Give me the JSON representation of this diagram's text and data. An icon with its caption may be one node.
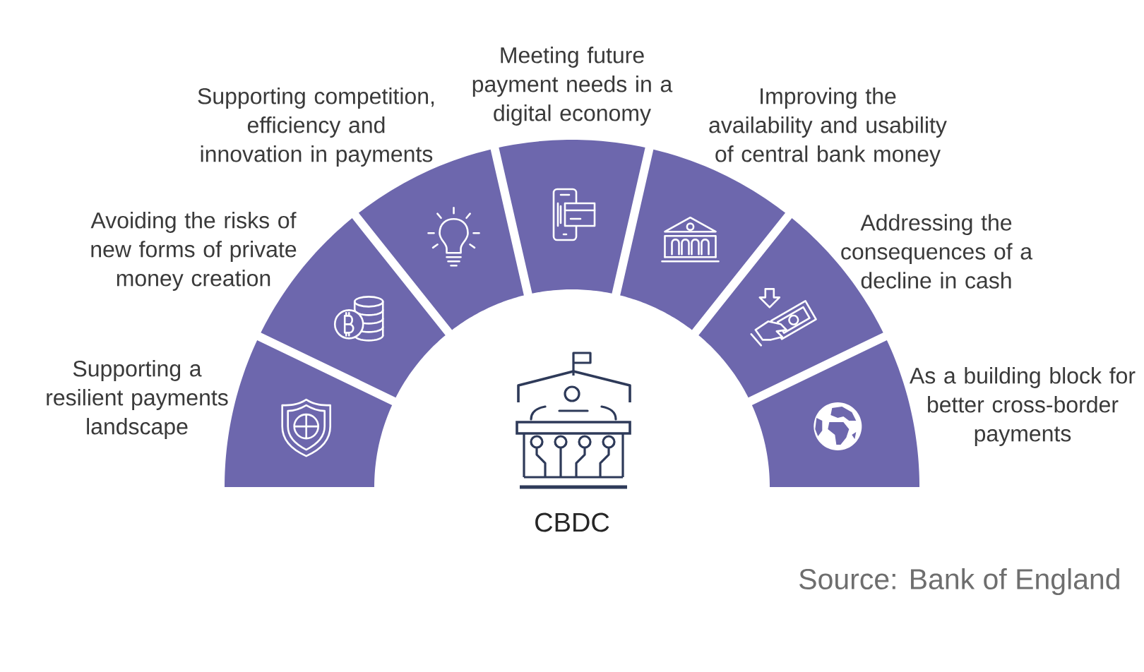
{
  "diagram": {
    "nodes": [
      {
        "text": [
          "Supporting a resilient payments landscape"
        ]
      },
      {
        "text": [
          "Avoiding the risks of new forms of private money creation"
        ]
      },
      {
        "text": [
          "Supporting competition, efficiency and innovation in payments"
        ]
      },
      {
        "text": [
          "Meeting future payment needs in a digital economy"
        ]
      },
      {
        "text": [
          "Improving the availability and usability of central bank money"
        ]
      },
      {
        "text": [
          "Addressing the consequences of a decline in cash"
        ]
      },
      {
        "text": [
          "As a building block for better cross-border payments"
        ]
      },
      {
        "text": [
          "CBDC"
        ]
      }
    ],
    "caption": "Source: Bank of England"
  }
}
